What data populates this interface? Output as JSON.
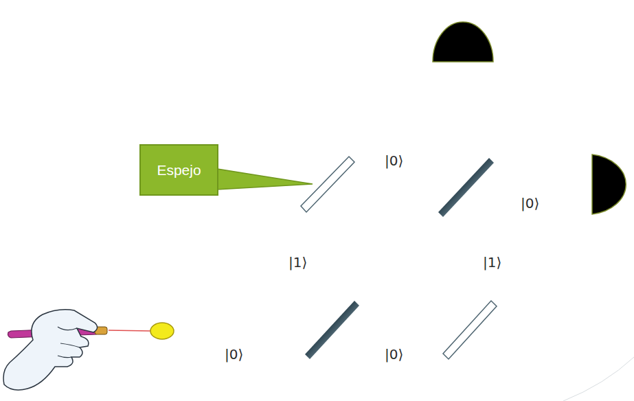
{
  "diagram": {
    "nodes": [
      {
        "text": [
          "Espejo"
        ]
      }
    ],
    "labels": [
      "|0⟩",
      "|0⟩",
      "|1⟩",
      "|1⟩",
      "|0⟩",
      "|0⟩"
    ]
  }
}
